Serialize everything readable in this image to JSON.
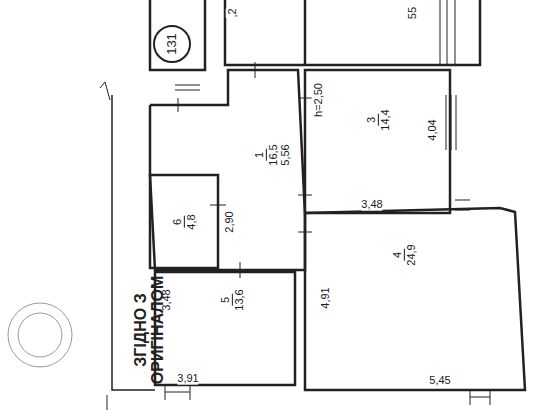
{
  "diagram": {
    "nodes": [
      {
        "text": [
          "131"
        ]
      },
      {
        "text": [
          "1",
          "16,5"
        ]
      },
      {
        "text": [
          "3",
          "14,4"
        ]
      },
      {
        "text": [
          "6",
          "4,8"
        ]
      },
      {
        "text": [
          "4",
          "24,9"
        ]
      },
      {
        "text": [
          "5",
          "13,6"
        ]
      }
    ],
    "labels": [
      ",2",
      "55",
      "h=2,50",
      "4,04",
      "3,48",
      "5,56",
      "2,90",
      "3,48",
      "4,91",
      "5,45",
      "3,91",
      "ЗГІДНО З ОРИГІНАЛОМ"
    ]
  }
}
